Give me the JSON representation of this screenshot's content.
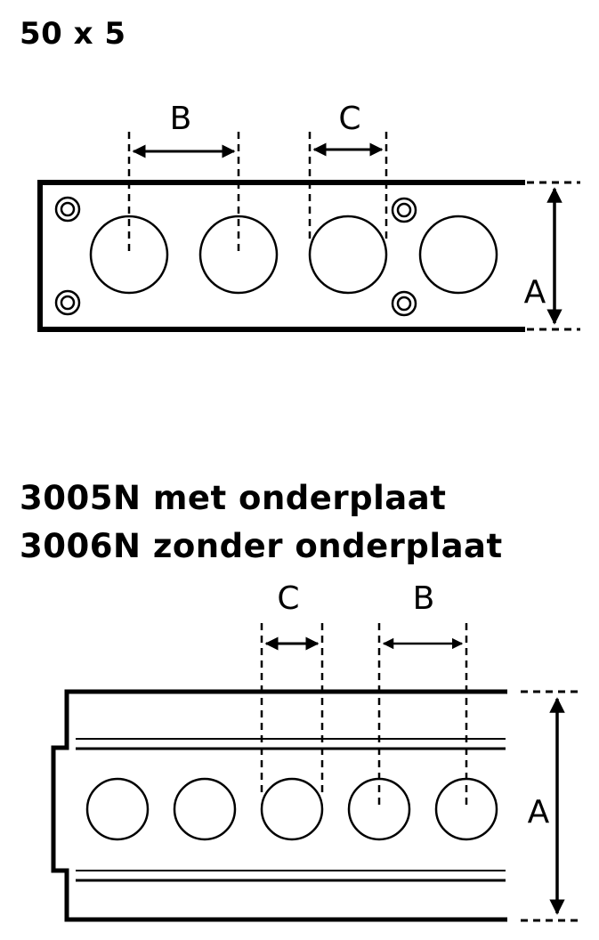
{
  "diagram_top": {
    "title": "50 x 5",
    "labels": {
      "a": "A",
      "b": "B",
      "c": "C"
    },
    "holes_count": 4,
    "mounting_rings_count": 4
  },
  "diagram_bottom": {
    "title_line1": "3005N met onderplaat",
    "title_line2": "3006N zonder onderplaat",
    "labels": {
      "a": "A",
      "b": "B",
      "c": "C"
    },
    "holes_count": 5
  },
  "colors": {
    "stroke": "#000000",
    "background": "#ffffff"
  }
}
